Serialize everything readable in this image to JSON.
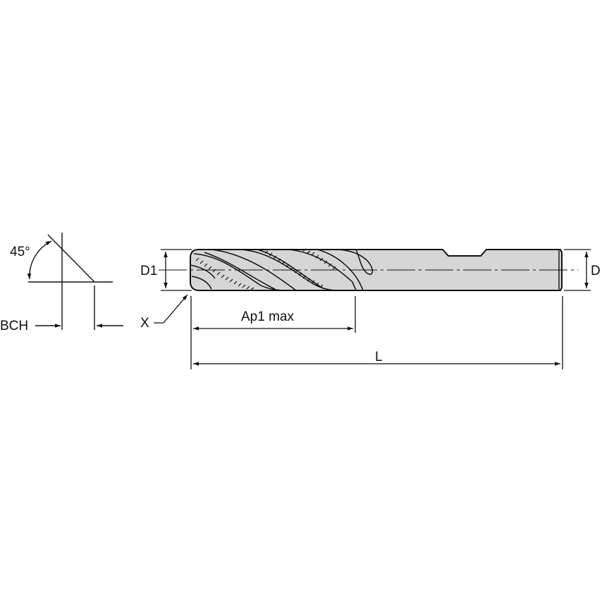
{
  "drawing": {
    "title": "Solid end mill dimension drawing",
    "colors": {
      "line": "#111111",
      "tool_fill": "#d6d6d6",
      "background": "#ffffff"
    },
    "labels": {
      "angle": "45°",
      "chamfer": "BCH",
      "cutting_diameter": "D1",
      "corner": "X",
      "cut_length": "Ap1 max",
      "overall_length": "L",
      "shank_diameter": "D"
    }
  }
}
